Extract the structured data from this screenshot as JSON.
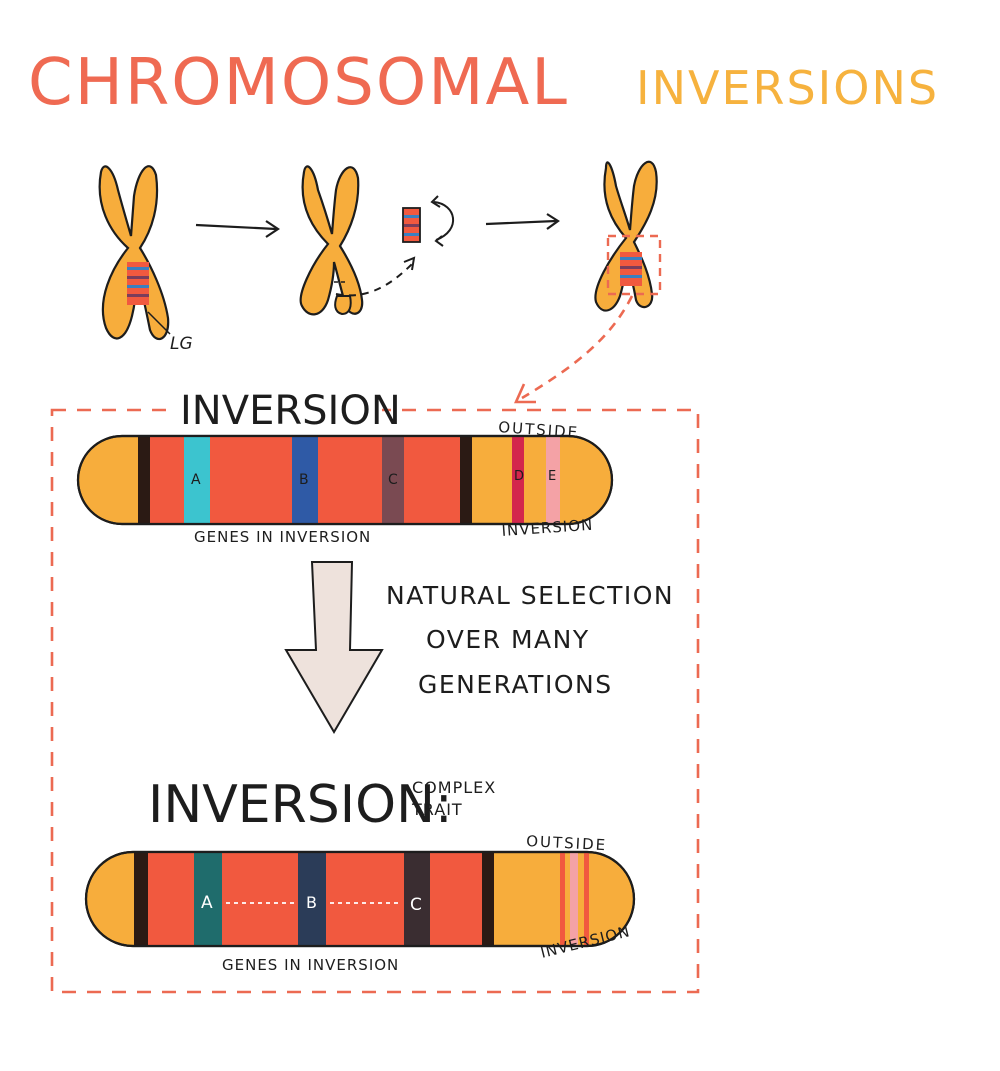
{
  "title": {
    "main": "CHROMOSOMAL",
    "accent": "INVERSIONS",
    "main_color": "#ef6a52",
    "accent_color": "#f6b23e"
  },
  "top_row": {
    "chromosome_label": "LG"
  },
  "panel_top": {
    "heading": "INVERSION",
    "gene_labels": [
      "A",
      "B",
      "C"
    ],
    "outside_gene_labels": [
      "D",
      "E"
    ],
    "outside_label_1": "OUTSIDE",
    "outside_label_2": "INVERSION",
    "genes_caption": "GENES IN INVERSION"
  },
  "selection_text": {
    "line1": "NATURAL SELECTION",
    "line2": "OVER MANY",
    "line3": "GENERATIONS"
  },
  "panel_bottom": {
    "heading": "INVERSION:",
    "subheading_1": "COMPLEX",
    "subheading_2": "TRAIT",
    "gene_labels": [
      "A",
      "B",
      "C"
    ],
    "outside_label_1": "OUTSIDE",
    "outside_label_2": "INVERSION",
    "genes_caption": "GENES IN INVERSION"
  },
  "colors": {
    "chromosome": "#f7ad3c",
    "inversion": "#f1593f",
    "outline": "#1d1d1d",
    "dashed": "#ec6a52",
    "gene_a_top": "#3cc4cf",
    "gene_b_top": "#2f5aa6",
    "gene_c_top": "#7a4a52",
    "gene_d_top": "#d3274c",
    "gene_e_top": "#f4a2a6",
    "gene_a_bottom": "#1f6c6c",
    "gene_b_bottom": "#2b3c58",
    "gene_c_bottom": "#3a2d31",
    "arrow_fill": "#eee2dc"
  }
}
